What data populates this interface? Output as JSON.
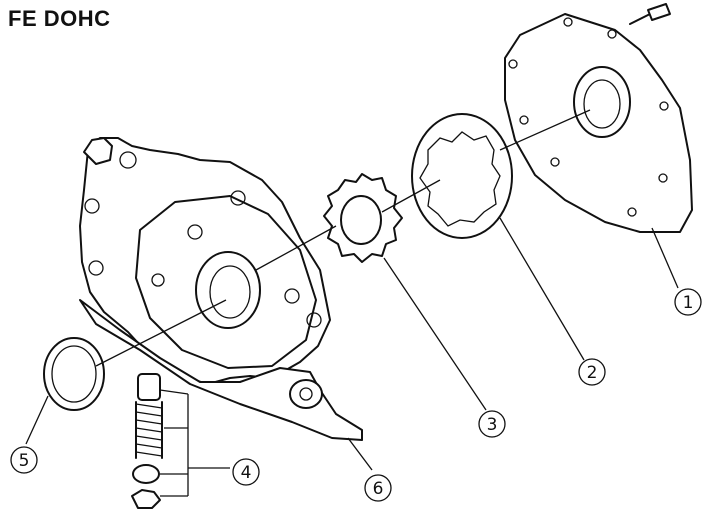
{
  "title": "FE DOHC",
  "callouts": [
    {
      "id": 1,
      "label": "1"
    },
    {
      "id": 2,
      "label": "2"
    },
    {
      "id": 3,
      "label": "3"
    },
    {
      "id": 4,
      "label": "4"
    },
    {
      "id": 5,
      "label": "5"
    },
    {
      "id": 6,
      "label": "6"
    }
  ]
}
